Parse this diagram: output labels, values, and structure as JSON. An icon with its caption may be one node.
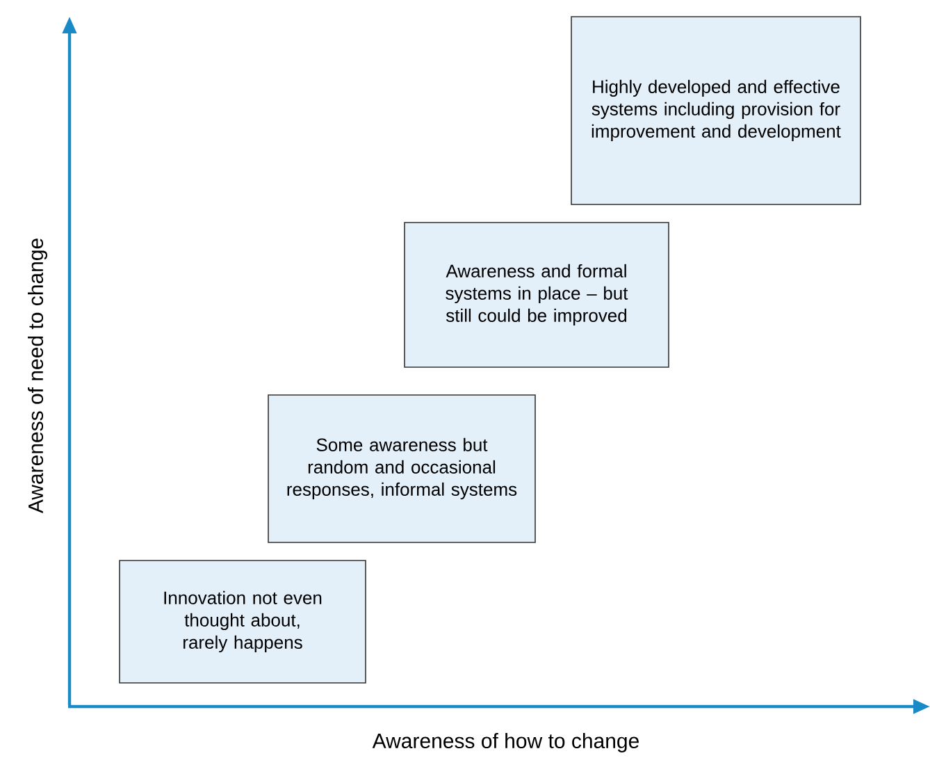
{
  "diagram": {
    "nodes": [
      {
        "text": [
          "Highly developed and effective systems including provision for improvement and development"
        ]
      },
      {
        "text": [
          "Awareness and formal systems in place – but still could be improved"
        ]
      },
      {
        "text": [
          "Some awareness but random and occasional responses, informal systems"
        ]
      },
      {
        "text": [
          "Innovation not even thought about, rarely happens"
        ]
      }
    ],
    "labels": [
      "Awareness of need to change",
      "Awareness of how to change"
    ]
  }
}
